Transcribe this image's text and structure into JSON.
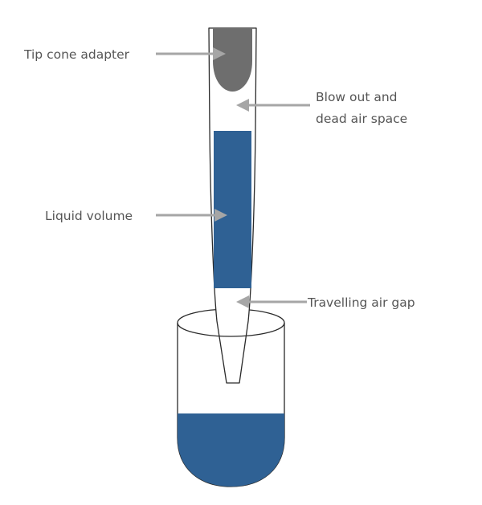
{
  "labels": {
    "tip_cone_adapter": "Tip cone adapter",
    "blow_out_line1": "Blow out and",
    "blow_out_line2": "dead air space",
    "liquid_volume": "Liquid volume",
    "travelling_air_gap": "Travelling air gap"
  },
  "colors": {
    "liquid": "#2f6194",
    "adapter": "#6e6e6e",
    "outline": "#2a2a2a",
    "arrow": "#a6a6a6",
    "text": "#555555"
  }
}
